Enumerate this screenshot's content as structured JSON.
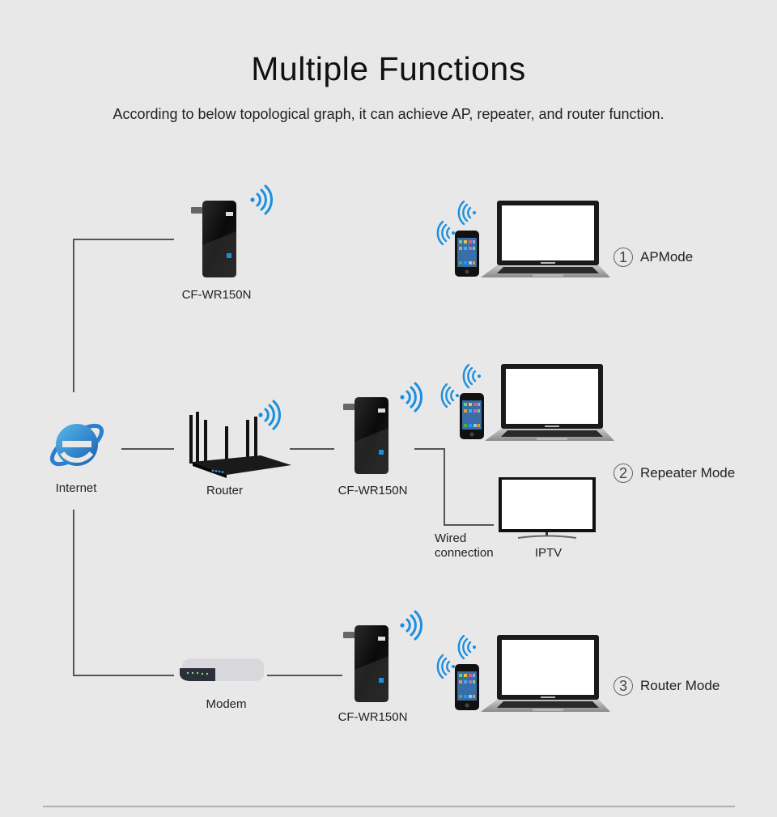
{
  "header": {
    "title": "Multiple Functions",
    "subtitle": "According to below topological graph, it can achieve AP, repeater, and router function."
  },
  "nodes": {
    "internet": {
      "label": "Internet",
      "icon": "internet-explorer-icon"
    },
    "router": {
      "label": "Router",
      "icon": "wireless-router-icon"
    },
    "modem": {
      "label": "Modem",
      "icon": "modem-icon"
    },
    "device_ap": {
      "label": "CF-WR150N",
      "icon": "wifi-repeater-icon"
    },
    "device_repeater": {
      "label": "CF-WR150N",
      "icon": "wifi-repeater-icon"
    },
    "device_router": {
      "label": "CF-WR150N",
      "icon": "wifi-repeater-icon"
    },
    "iptv": {
      "label": "IPTV",
      "icon": "tv-icon"
    },
    "wired": {
      "line1": "Wired",
      "line2": "connection"
    }
  },
  "modes": [
    {
      "number": "1",
      "label": "APMode"
    },
    {
      "number": "2",
      "label": "Repeater Mode"
    },
    {
      "number": "3",
      "label": "Router Mode"
    }
  ],
  "colors": {
    "background": "#e8e8e8",
    "wifi_blue": "#1a8fe0",
    "line": "#555555"
  }
}
